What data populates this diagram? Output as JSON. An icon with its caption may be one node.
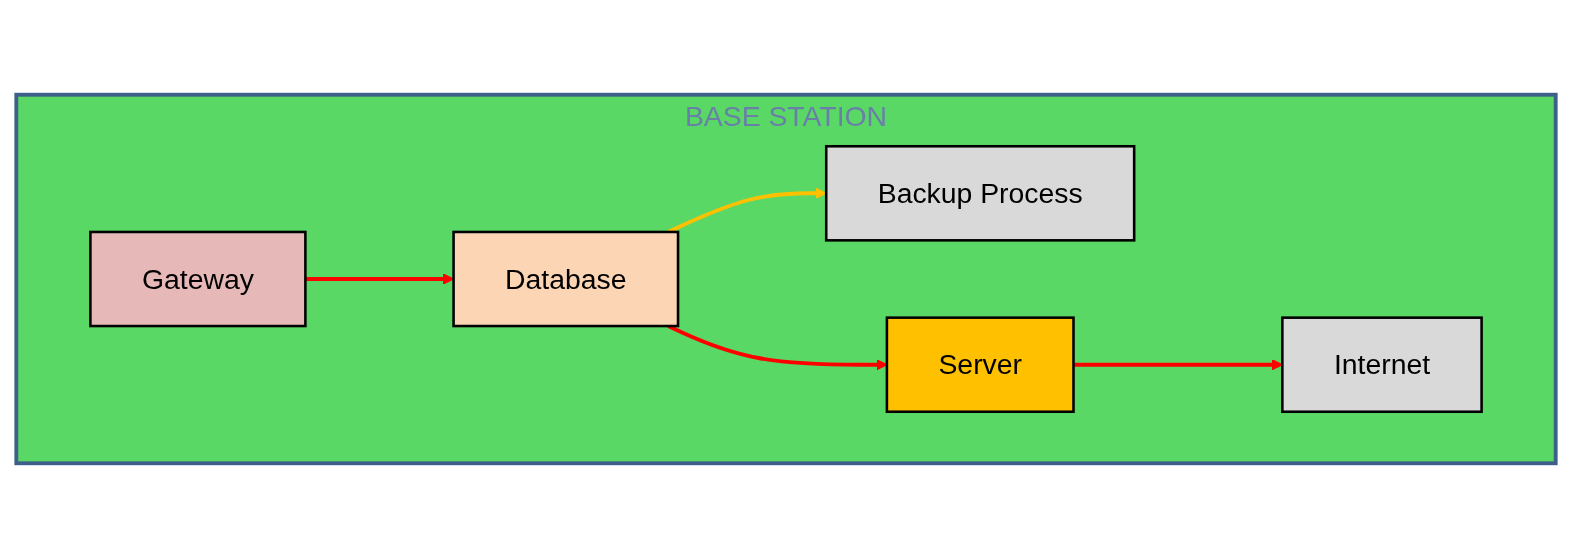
{
  "diagram": {
    "nodes": [
      {
        "text": [
          "BASE STATION"
        ]
      },
      {
        "text": [
          "Gateway"
        ],
        "in": 0
      },
      {
        "text": [
          "Database"
        ],
        "in": 0
      },
      {
        "text": [
          "Backup Process"
        ],
        "in": 0
      },
      {
        "text": [
          "Server"
        ],
        "in": 0
      },
      {
        "text": [
          "Internet"
        ],
        "in": 0
      }
    ],
    "edges": [
      {
        "from": 1,
        "to": 2,
        "arrow": "to"
      },
      {
        "from": 2,
        "to": 3,
        "arrow": "to",
        "color": "#ffc000"
      },
      {
        "from": 2,
        "to": 4,
        "arrow": "to"
      },
      {
        "from": 4,
        "to": 5,
        "arrow": "to"
      }
    ]
  }
}
